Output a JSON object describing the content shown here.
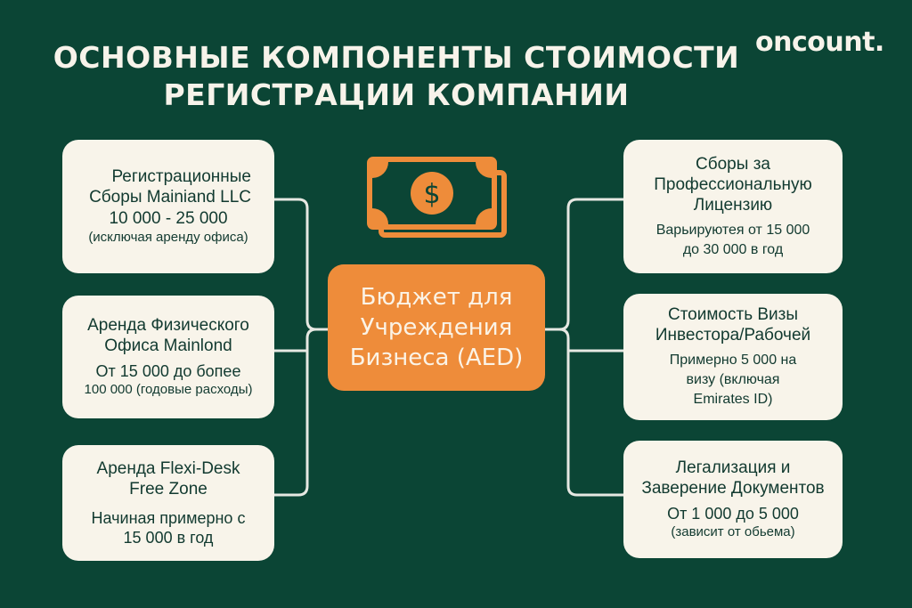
{
  "title": {
    "line1": "ОСНОВНЫЕ КОМПОНЕНТЫ СТОИМОСТИ",
    "line2": "РЕГИСТРАЦИИ КОМПАНИИ"
  },
  "logo": "oncount.",
  "center": {
    "label": "Бюджет для Учреждения Бизнеса (AED)",
    "icon": "money-bill-dollar-icon"
  },
  "colors": {
    "background": "#0b4535",
    "card": "#f8f4ea",
    "accent": "#ee8c3a",
    "text_dark": "#123a30",
    "connector": "#e6e8e2"
  },
  "left_nodes": [
    {
      "head": "Регистрационные Сборы Mainiand LLC",
      "value": "10 000 - 25 000",
      "note": "(исключая аренду офиса)"
    },
    {
      "head": "Аренда Физического Офиса Mainlond",
      "value": "От 15 000 до бопее",
      "note": "100 000 (годовые расходы)"
    },
    {
      "head": "Аренда Flexi-Desk Free Zone",
      "value": "Начиная примерно с 15 000 в год",
      "note": ""
    }
  ],
  "right_nodes": [
    {
      "head": "Сборы за Профессиональную Лицензию",
      "value": "Варьируютея от 15 000 до 30 000 в год",
      "note": ""
    },
    {
      "head": "Стоимость Визы Инвестора/Рабочей",
      "value": "Примерно 5 000 на визу (включая Emirates ID)",
      "note": ""
    },
    {
      "head": "Легализация и Заверение Документов",
      "value": "От 1 000 до 5 000",
      "note": "(зависит от обьема)"
    }
  ]
}
